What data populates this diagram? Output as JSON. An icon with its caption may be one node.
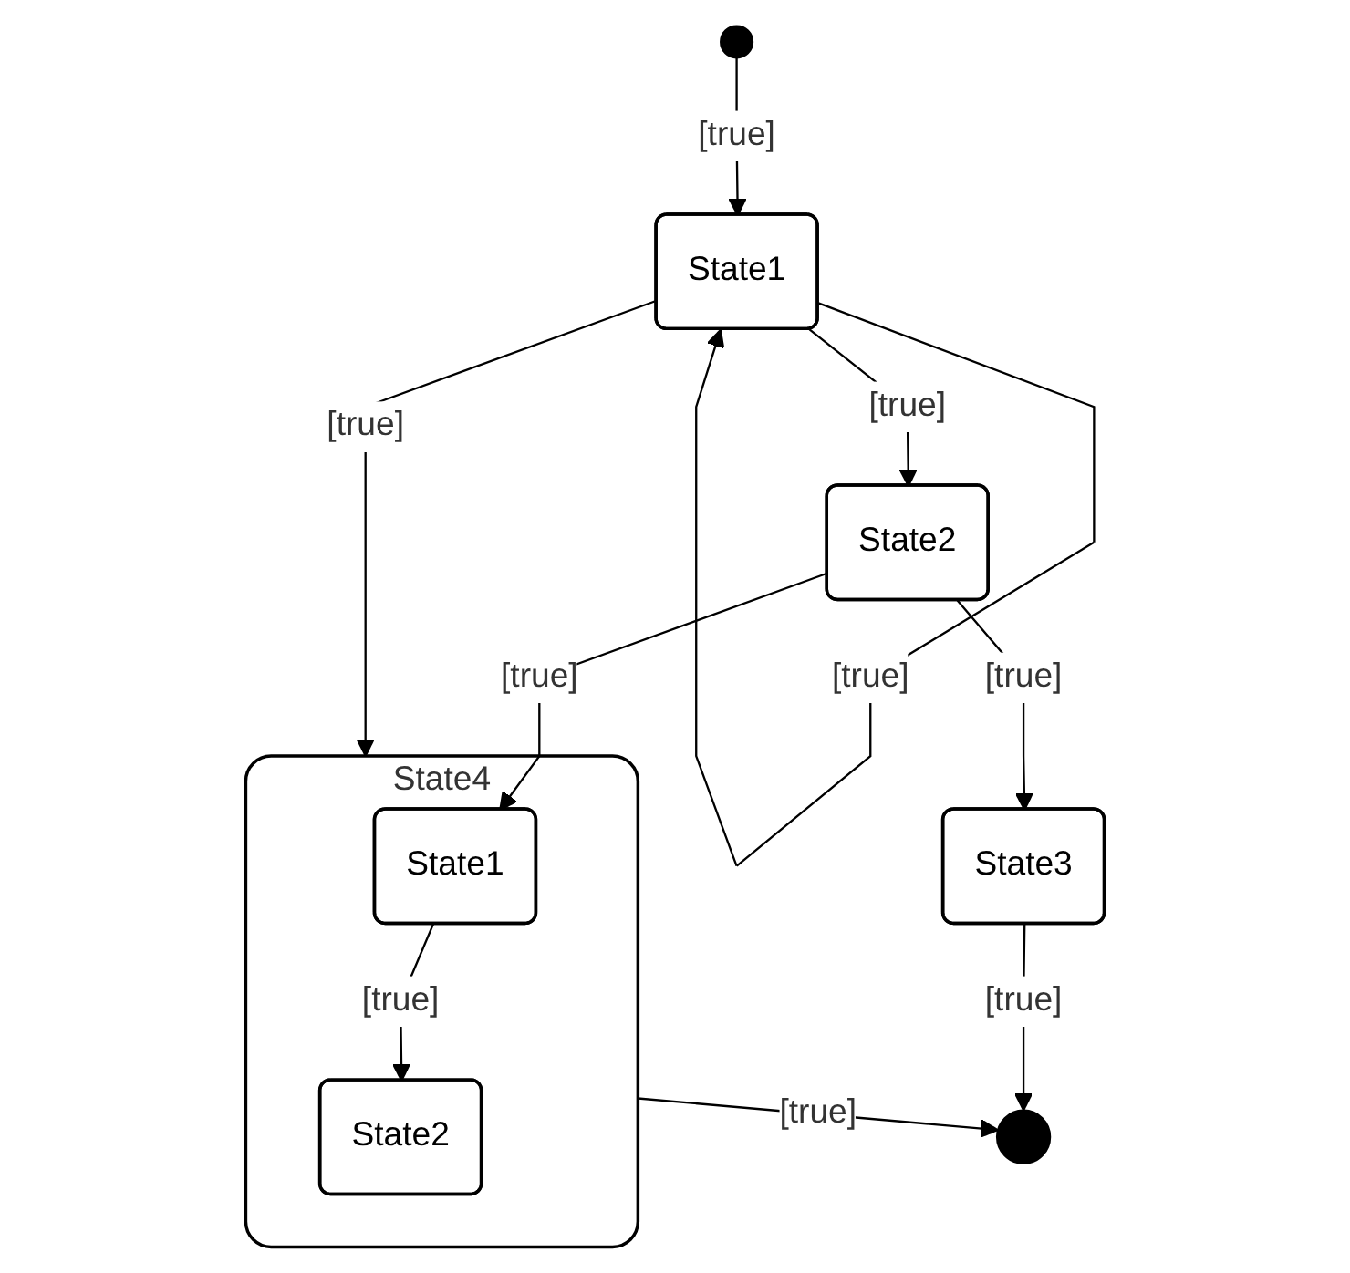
{
  "diagram": {
    "nodes": [
      {
        "text": [
          "State4"
        ]
      },
      {
        "text": [
          "State1"
        ],
        "in": 0
      },
      {
        "text": [
          "State2"
        ],
        "in": 0
      },
      {
        "text": [
          "State2"
        ]
      },
      {
        "text": [],
        "shape": "circle"
      },
      {
        "text": [],
        "shape": "circle"
      },
      {
        "text": [
          "State1"
        ]
      },
      {
        "text": [
          "State3"
        ]
      }
    ],
    "edges": [
      {
        "from": 3,
        "to": 1,
        "arrow": "to",
        "label": "[true]"
      },
      {
        "from": 1,
        "to": 2,
        "arrow": "to",
        "label": "[true]"
      },
      {
        "from": 0,
        "to": 4,
        "arrow": "to",
        "label": "[true]"
      },
      {
        "from": 5,
        "to": 6,
        "arrow": "to",
        "label": "[true]"
      },
      {
        "from": 6,
        "to": 0,
        "arrow": "to",
        "label": "[true]"
      },
      {
        "from": 6,
        "to": 3,
        "arrow": "to",
        "label": "[true]"
      },
      {
        "from": 3,
        "to": 7,
        "arrow": "to",
        "label": "[true]"
      },
      {
        "from": 7,
        "to": 4,
        "arrow": "to",
        "label": "[true]"
      },
      {
        "from": 6,
        "to": 6,
        "arrow": "to",
        "label": "[true]"
      }
    ]
  }
}
